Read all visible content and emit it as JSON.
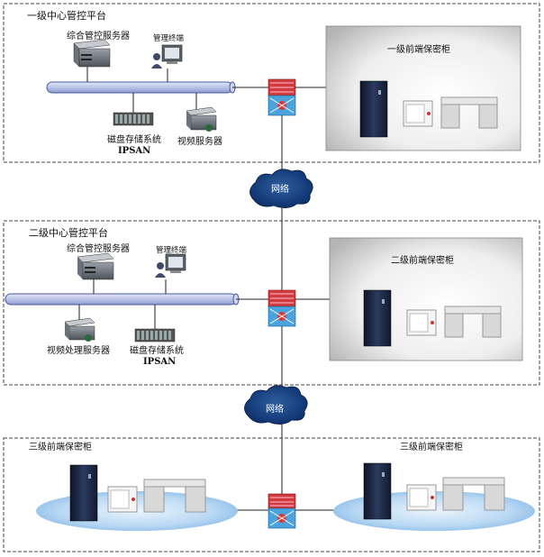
{
  "level1": {
    "title": "一级中心管控平台",
    "server_label": "综合管控服务器",
    "terminal_label": "管理终端",
    "storage_label": "磁盘存储系统",
    "storage_sub": "IPSAN",
    "video_label": "视频服务器",
    "cabinet_label": "一级前端保密柜"
  },
  "network1": {
    "label": "网络"
  },
  "level2": {
    "title": "二级中心管控平台",
    "server_label": "综合管控服务器",
    "terminal_label": "管理终端",
    "video_label": "视频处理服务器",
    "storage_label": "磁盘存储系统",
    "storage_sub": "IPSAN",
    "cabinet_label": "二级前端保密柜"
  },
  "network2": {
    "label": "网络"
  },
  "level3": {
    "left_label": "三级前端保密柜",
    "right_label": "三级前端保密柜"
  },
  "colors": {
    "bus": "#b9c3e6",
    "cloud": "#0b2f6b",
    "cabinet": "#1b2540",
    "ellipse": "#9ec7ec"
  }
}
